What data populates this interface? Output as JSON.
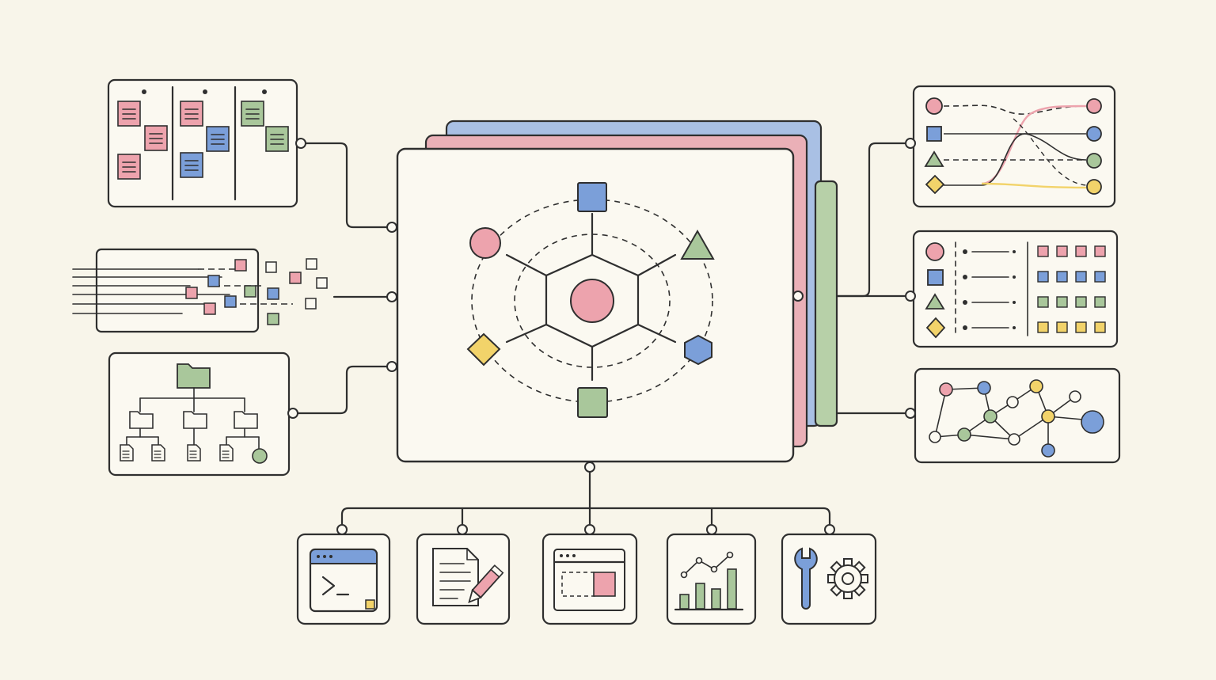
{
  "colors": {
    "background": "#f8f5ea",
    "pink": "#eda3ad",
    "blue": "#7b9fd9",
    "green": "#a9c79b",
    "yellow": "#f2d36a",
    "line": "#2f2f2f"
  },
  "hub": {
    "layers": [
      "blue",
      "pink",
      "green"
    ],
    "center_shape": "circle",
    "orbit_shapes": [
      "square",
      "triangle",
      "hexagon",
      "square",
      "diamond",
      "circle"
    ]
  },
  "left_modules": [
    {
      "id": "kanban-board",
      "icon": "kanban-icon",
      "columns": 3
    },
    {
      "id": "data-stream",
      "icon": "stream-icon"
    },
    {
      "id": "file-tree",
      "icon": "folder-tree-icon"
    }
  ],
  "right_modules": [
    {
      "id": "mapping-chart",
      "icon": "crossing-lines-icon",
      "rows": [
        "circle",
        "square",
        "triangle",
        "diamond"
      ]
    },
    {
      "id": "legend-grid",
      "icon": "legend-icon",
      "rows": [
        "circle",
        "square",
        "triangle",
        "diamond"
      ]
    },
    {
      "id": "network-graph",
      "icon": "graph-icon"
    }
  ],
  "bottom_tools": [
    {
      "id": "terminal",
      "icon": "terminal-icon"
    },
    {
      "id": "document-edit",
      "icon": "document-pencil-icon"
    },
    {
      "id": "browser-window",
      "icon": "browser-window-icon"
    },
    {
      "id": "analytics",
      "icon": "bar-chart-icon"
    },
    {
      "id": "settings-tools",
      "icon": "wrench-gear-icon"
    }
  ]
}
